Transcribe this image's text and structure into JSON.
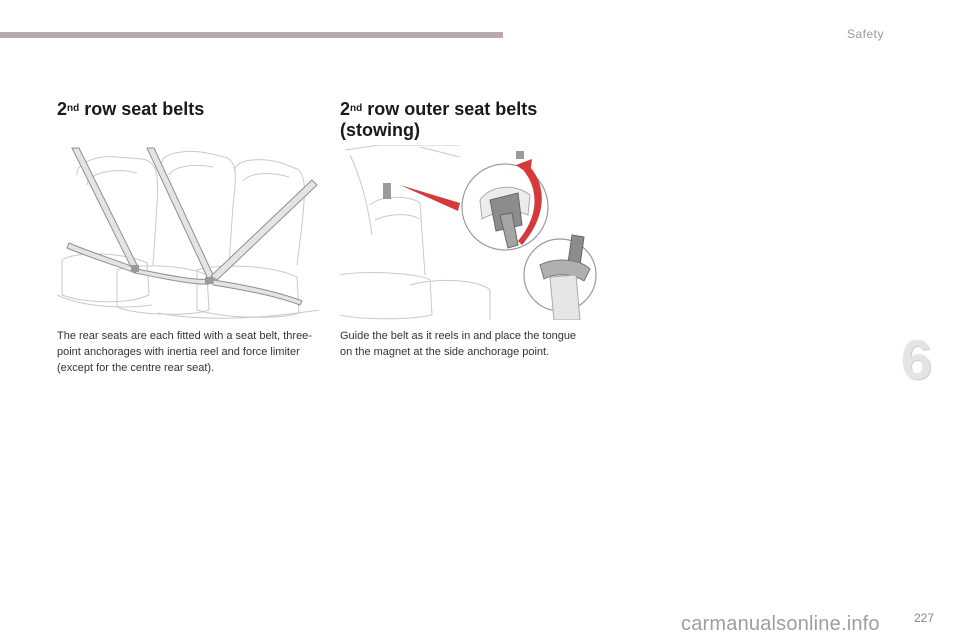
{
  "header": {
    "chapter_label": "Safety",
    "accent_color": "#b8a9ad"
  },
  "section1": {
    "title_prefix": "2",
    "title_sup": "nd",
    "title_rest": " row seat belts",
    "body": "The rear seats are each fitted with a seat belt, three-point anchorages with inertia reel and force limiter (except for the centre rear seat)."
  },
  "section2": {
    "title_prefix": "2",
    "title_sup": "nd",
    "title_line1": " row outer seat belts",
    "title_line2": "(stowing)",
    "body": "Guide the belt as it reels in and place the tongue on the magnet at the side anchorage point."
  },
  "sidebar": {
    "chapter_number": "6"
  },
  "footer": {
    "page_number": "227",
    "watermark": "carmanualsonline.info"
  }
}
